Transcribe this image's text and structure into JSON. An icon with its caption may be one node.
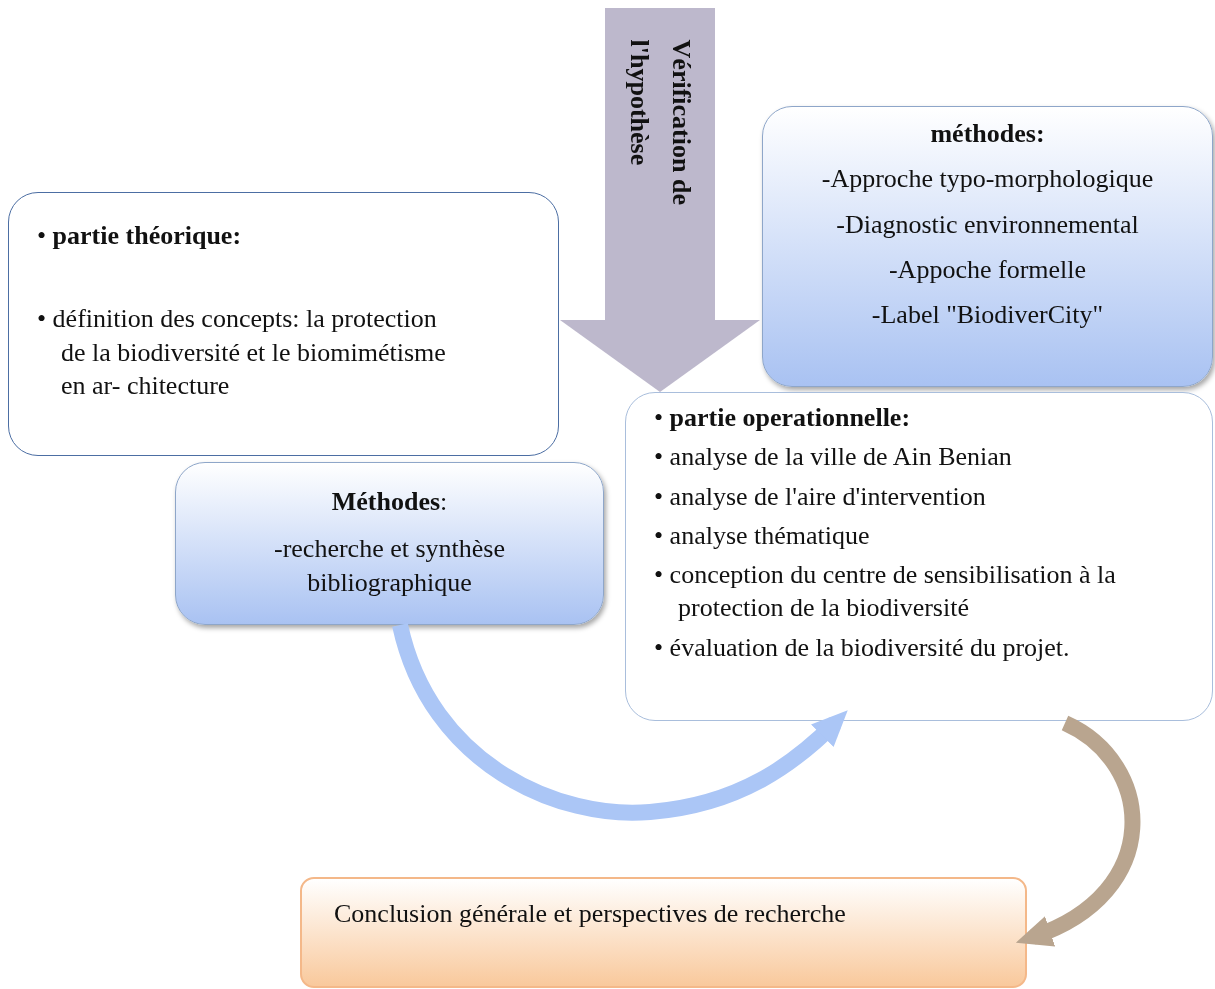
{
  "diagram": {
    "nodes": [
      {
        "text": [
          "• **partie théorique:**",
          "• définition des concepts: la protection de la biodiversité et le biomimétisme en ar- chitecture"
        ]
      },
      {
        "text": [
          "**Méthodes**:",
          "-recherche et synthèse bibliographique"
        ]
      },
      {
        "text": [
          "méthodes:",
          "-Approche typo-morphologique",
          "-Diagnostic environnemental",
          "-Appoche formelle",
          "-Label \"BiodiverCity\""
        ]
      },
      {
        "text": [
          "• **partie operationnelle:**",
          "• analyse de la ville de Ain Benian",
          "• analyse de l'aire d'intervention",
          "• analyse thématique",
          "• conception du centre de sensibilisation à la protection de la biodiversité",
          "• évaluation de la biodiversité du projet."
        ]
      },
      {
        "text": [
          "Conclusion générale et perspectives de recherche"
        ]
      }
    ],
    "edges": [
      {
        "from": null,
        "to": 3,
        "arrow": "to",
        "label": "Vérification de l'hypothèse",
        "style": "thick",
        "color": "#bdb8cc"
      },
      {
        "from": 1,
        "to": 3,
        "arrow": "to",
        "color": "#abc6f6"
      },
      {
        "from": 3,
        "to": 4,
        "arrow": "to",
        "color": "#b9a58f"
      }
    ]
  }
}
